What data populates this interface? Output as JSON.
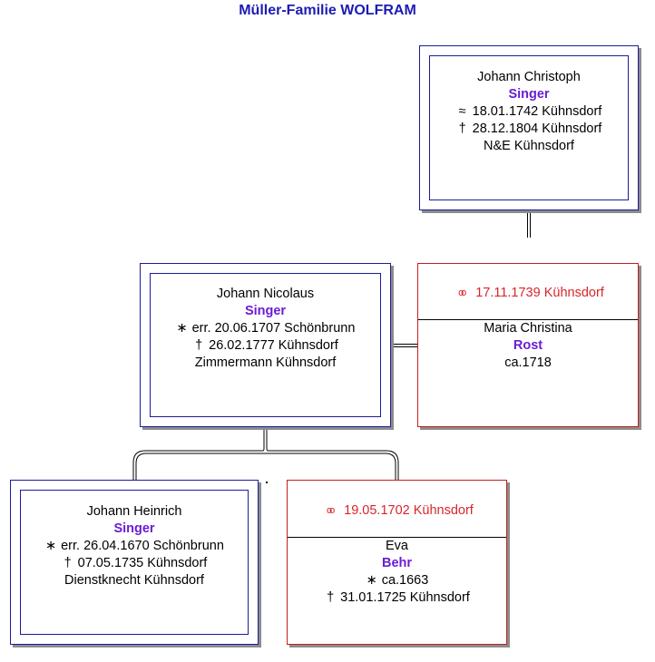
{
  "title": "Müller-Familie WOLFRAM",
  "persons": {
    "johann_christoph": {
      "given": "Johann Christoph",
      "surname": "Singer",
      "baptism": "18.01.1742 Kühnsdorf",
      "death": "28.12.1804 Kühnsdorf",
      "note": "N&E Kühnsdorf"
    },
    "johann_nicolaus": {
      "given": "Johann Nicolaus",
      "surname": "Singer",
      "birth": "err. 20.06.1707 Schönbrunn",
      "death": "26.02.1777 Kühnsdorf",
      "note": "Zimmermann Kühnsdorf"
    },
    "maria_christina": {
      "marriage": "17.11.1739 Kühnsdorf",
      "given": "Maria Christina",
      "surname": "Rost",
      "birth": "ca.1718"
    },
    "johann_heinrich": {
      "given": "Johann Heinrich",
      "surname": "Singer",
      "birth": "err. 26.04.1670 Schönbrunn",
      "death": "07.05.1735 Kühnsdorf",
      "note": "Dienstknecht Kühnsdorf"
    },
    "eva": {
      "marriage": "19.05.1702 Kühnsdorf",
      "given": "Eva",
      "surname": "Behr",
      "birth": "ca.1663",
      "death": "31.01.1725 Kühnsdorf"
    }
  },
  "symbols": {
    "baptism": "≈",
    "birth": "∗",
    "death": "†",
    "marriage": "oo"
  },
  "colors": {
    "title": "#1c1cb4",
    "surname": "#6a1cd6",
    "marriage": "#d8252a",
    "male_border": "#1c1c9a",
    "female_border": "#c41e1e"
  }
}
